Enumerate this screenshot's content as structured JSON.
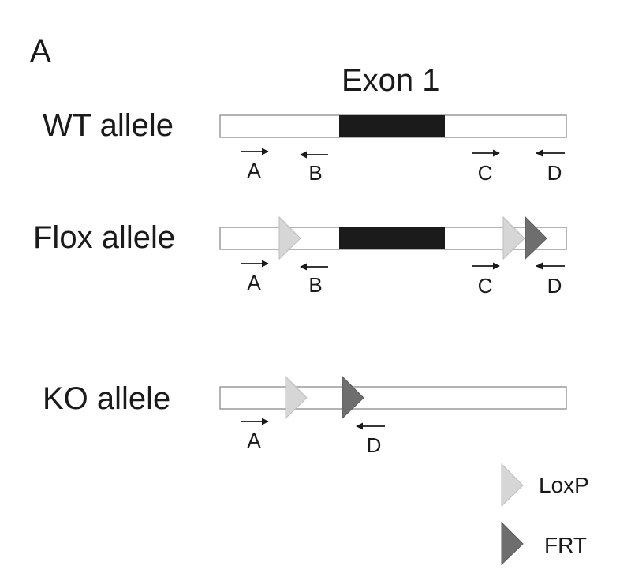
{
  "panel_label": "A",
  "exon_label": "Exon 1",
  "alleles": [
    {
      "name": "WT allele",
      "primers": [
        "A",
        "B",
        "C",
        "D"
      ]
    },
    {
      "name": "Flox allele",
      "primers": [
        "A",
        "B",
        "C",
        "D"
      ]
    },
    {
      "name": "KO allele",
      "primers": [
        "A",
        "D"
      ]
    }
  ],
  "legend": {
    "loxp": "LoxP",
    "frt": "FRT"
  },
  "colors": {
    "exon": "#1b1b1b",
    "loxp": "#d6d6d6",
    "frt": "#6e6e6e",
    "bar_stroke": "#9a9a9a",
    "arrow": "#1a1a1a"
  }
}
